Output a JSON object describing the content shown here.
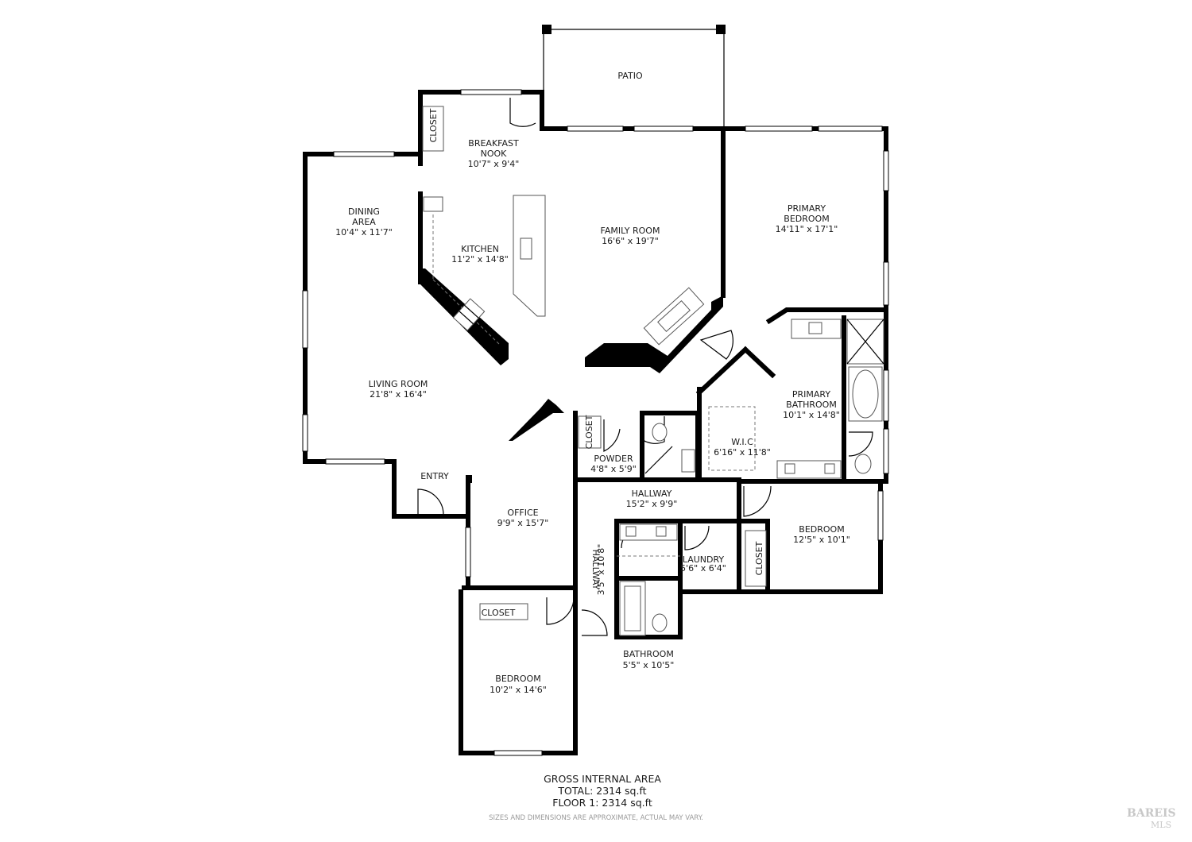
{
  "rooms": {
    "patio": {
      "name": "PATIO"
    },
    "closet_nook": {
      "name": "CLOSET"
    },
    "breakfast_nook": {
      "name_1": "BREAKFAST",
      "name_2": "NOOK",
      "dims": "10'7\" x 9'4\""
    },
    "dining_area": {
      "name_1": "DINING",
      "name_2": "AREA",
      "dims": "10'4\" x 11'7\""
    },
    "kitchen": {
      "name": "KITCHEN",
      "dims": "11'2\" x 14'8\""
    },
    "family_room": {
      "name": "FAMILY ROOM",
      "dims": "16'6\" x 19'7\""
    },
    "primary_bedroom": {
      "name_1": "PRIMARY",
      "name_2": "BEDROOM",
      "dims": "14'11\" x 17'1\""
    },
    "living_room": {
      "name": "LIVING ROOM",
      "dims": "21'8\" x 16'4\""
    },
    "primary_bathroom": {
      "name_1": "PRIMARY",
      "name_2": "BATHROOM",
      "dims": "10'1\" x 14'8\""
    },
    "wic": {
      "name": "W.I.C",
      "dims": "6'16\" x 11'8\""
    },
    "closet_powder": {
      "name": "CLOSET"
    },
    "powder": {
      "name": "POWDER",
      "dims": "4'8\" x 5'9\""
    },
    "entry": {
      "name": "ENTRY"
    },
    "hallway_main": {
      "name": "HALLWAY",
      "dims": "15'2\" x 9'9\""
    },
    "office": {
      "name": "OFFICE",
      "dims": "9'9\" x 15'7\""
    },
    "bedroom_east": {
      "name": "BEDROOM",
      "dims": "12'5\" x 10'1\""
    },
    "laundry": {
      "name": "LAUNDRY",
      "dims": "5'6\" x 6'4\""
    },
    "closet_east": {
      "name": "CLOSET"
    },
    "hallway_small": {
      "name": "HALLWAY",
      "dims": "3'5\" x 10'8\""
    },
    "closet_south": {
      "name": "CLOSET"
    },
    "bathroom": {
      "name": "BATHROOM",
      "dims": "5'5\" x 10'5\""
    },
    "bedroom_south": {
      "name": "BEDROOM",
      "dims": "10'2\" x 14'6\""
    }
  },
  "area_summary": {
    "heading": "GROSS INTERNAL AREA",
    "total": "TOTAL: 2314 sq.ft",
    "floor_1": "FLOOR 1: 2314 sq.ft",
    "disclaimer": "SIZES AND DIMENSIONS ARE APPROXIMATE, ACTUAL MAY VARY."
  },
  "watermark": {
    "line_1": "BAREIS",
    "line_2": "MLS"
  }
}
